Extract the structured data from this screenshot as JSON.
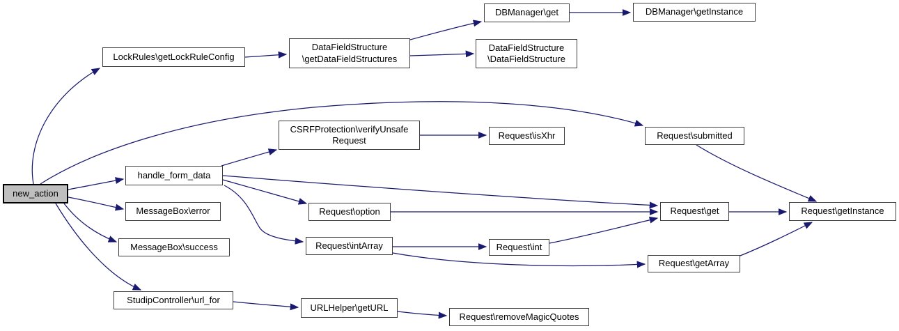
{
  "diagram": {
    "type": "call-graph",
    "root_node": "new_action",
    "colors": {
      "edge": "#191970",
      "node_fill": "#ffffff",
      "root_fill": "#bfbfbf",
      "node_border": "#3d3d3d",
      "text": "#000000"
    },
    "nodes": [
      {
        "id": "new_action",
        "label": "new_action"
      },
      {
        "id": "getLockRuleConfig",
        "label": "LockRules\\getLockRuleConfig"
      },
      {
        "id": "getDataFieldStructures",
        "label": "DataFieldStructure\n\\getDataFieldStructures"
      },
      {
        "id": "DBManager_get",
        "label": "DBManager\\get"
      },
      {
        "id": "DBManager_getInstance",
        "label": "DBManager\\getInstance"
      },
      {
        "id": "DataFieldStructure_ctor",
        "label": "DataFieldStructure\n\\DataFieldStructure"
      },
      {
        "id": "verifyUnsafeRequest",
        "label": "CSRFProtection\\verifyUnsafe\nRequest"
      },
      {
        "id": "isXhr",
        "label": "Request\\isXhr"
      },
      {
        "id": "submitted",
        "label": "Request\\submitted"
      },
      {
        "id": "handle_form_data",
        "label": "handle_form_data"
      },
      {
        "id": "MessageBox_error",
        "label": "MessageBox\\error"
      },
      {
        "id": "MessageBox_success",
        "label": "MessageBox\\success"
      },
      {
        "id": "option",
        "label": "Request\\option"
      },
      {
        "id": "intArray",
        "label": "Request\\intArray"
      },
      {
        "id": "int",
        "label": "Request\\int"
      },
      {
        "id": "get",
        "label": "Request\\get"
      },
      {
        "id": "getInstance",
        "label": "Request\\getInstance"
      },
      {
        "id": "getArray",
        "label": "Request\\getArray"
      },
      {
        "id": "url_for",
        "label": "StudipController\\url_for"
      },
      {
        "id": "getURL",
        "label": "URLHelper\\getURL"
      },
      {
        "id": "removeMagicQuotes",
        "label": "Request\\removeMagicQuotes"
      }
    ],
    "edges": [
      {
        "from": "new_action",
        "to": "getLockRuleConfig"
      },
      {
        "from": "new_action",
        "to": "handle_form_data"
      },
      {
        "from": "new_action",
        "to": "MessageBox_error"
      },
      {
        "from": "new_action",
        "to": "MessageBox_success"
      },
      {
        "from": "new_action",
        "to": "url_for"
      },
      {
        "from": "new_action",
        "to": "submitted"
      },
      {
        "from": "getLockRuleConfig",
        "to": "getDataFieldStructures"
      },
      {
        "from": "getDataFieldStructures",
        "to": "DBManager_get"
      },
      {
        "from": "getDataFieldStructures",
        "to": "DataFieldStructure_ctor"
      },
      {
        "from": "DBManager_get",
        "to": "DBManager_getInstance"
      },
      {
        "from": "handle_form_data",
        "to": "verifyUnsafeRequest"
      },
      {
        "from": "handle_form_data",
        "to": "get"
      },
      {
        "from": "handle_form_data",
        "to": "option"
      },
      {
        "from": "handle_form_data",
        "to": "intArray"
      },
      {
        "from": "verifyUnsafeRequest",
        "to": "isXhr"
      },
      {
        "from": "submitted",
        "to": "getInstance"
      },
      {
        "from": "option",
        "to": "get"
      },
      {
        "from": "intArray",
        "to": "int"
      },
      {
        "from": "intArray",
        "to": "getArray"
      },
      {
        "from": "int",
        "to": "get"
      },
      {
        "from": "get",
        "to": "getInstance"
      },
      {
        "from": "getArray",
        "to": "getInstance"
      },
      {
        "from": "url_for",
        "to": "getURL"
      },
      {
        "from": "getURL",
        "to": "removeMagicQuotes"
      }
    ]
  }
}
